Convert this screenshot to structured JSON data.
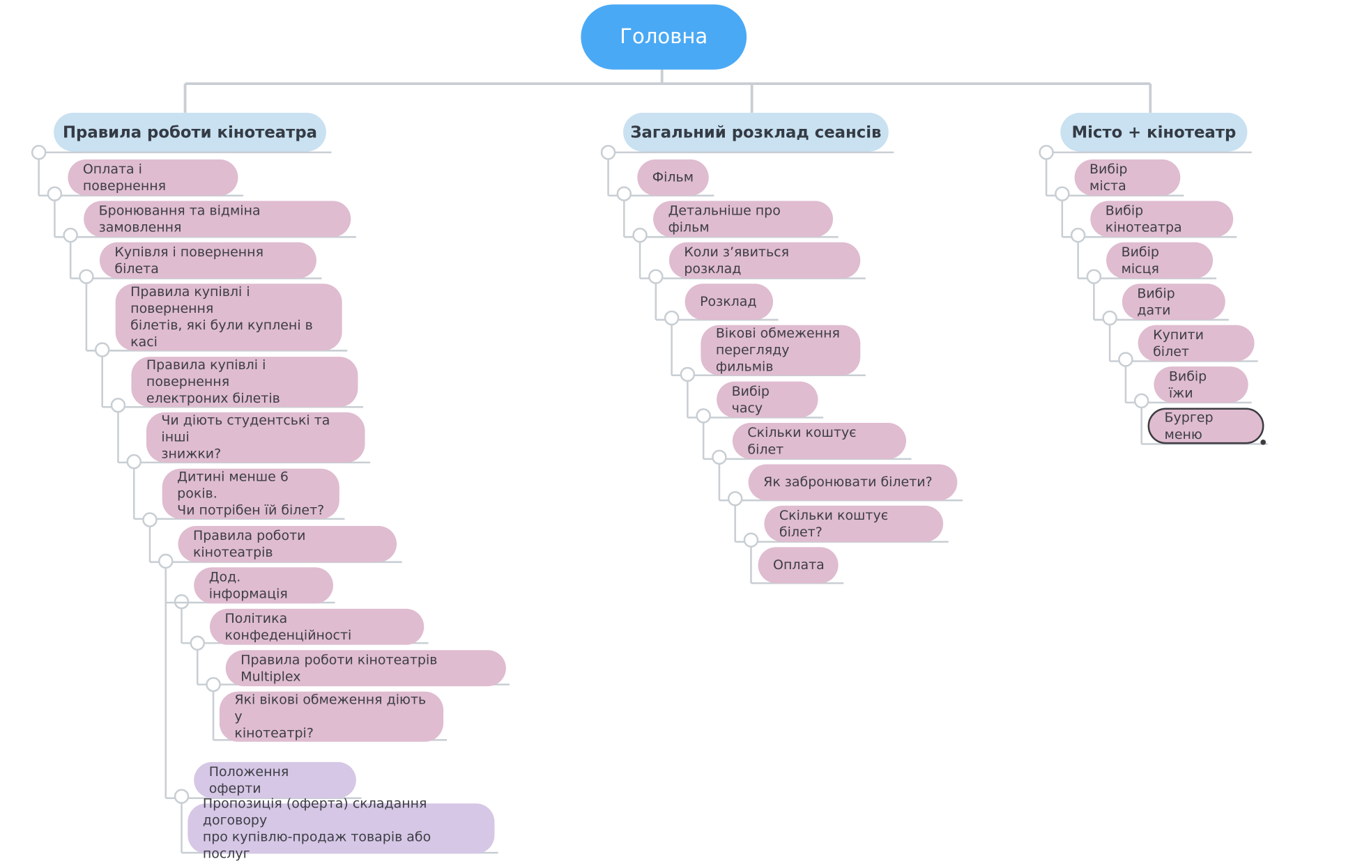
{
  "root": {
    "label": "Головна"
  },
  "branches": [
    {
      "label": "Правила роботи кінотеатра",
      "items": [
        "Оплата і повернення",
        "Бронювання та відміна замовлення",
        "Купівля і повернення білета",
        "Правила купівлі і повернення\nбілетів, які були куплені в\nкасі",
        "Правила купівлі і повернення\nелектроних білетів",
        "Чи діють студентські та інші\nзнижки?",
        "Дитині менше 6 років.\nЧи потрібен їй білет?",
        "Правила роботи кінотеатрів",
        "Дод. інформація",
        "Політика конфеденційності",
        "Правила роботи кінотеатрів Multiplex",
        "Які вікові обмеження діють у\nкінотеатрі?",
        "Положення оферти",
        "Пропозиція (оферта) складання договору\nпро купівлю-продаж товарів або послуг"
      ]
    },
    {
      "label": "Загальний розклад сеансів",
      "items": [
        "Фільм",
        "Детальніше про фільм",
        "Коли з’явиться розклад",
        "Розклад",
        "Вікові обмеження\nперегляду фильмів",
        "Вибір часу",
        "Скільки коштує білет",
        "Як забронювати білети?",
        "Скільки коштує білет?",
        "Оплата"
      ]
    },
    {
      "label": "Місто + кінотеатр",
      "items": [
        "Вибір міста",
        "Вибір кінотеатра",
        "Вибір місця",
        "Вибір дати",
        "Купити білет",
        "Вибір їжи",
        "Бургер меню"
      ]
    }
  ],
  "colors": {
    "root": "#4aa9f5",
    "branch": "#c9e1f1",
    "node": "#dfbcd0",
    "node_lavender": "#d5c7e5",
    "connector": "#c8ced3"
  }
}
